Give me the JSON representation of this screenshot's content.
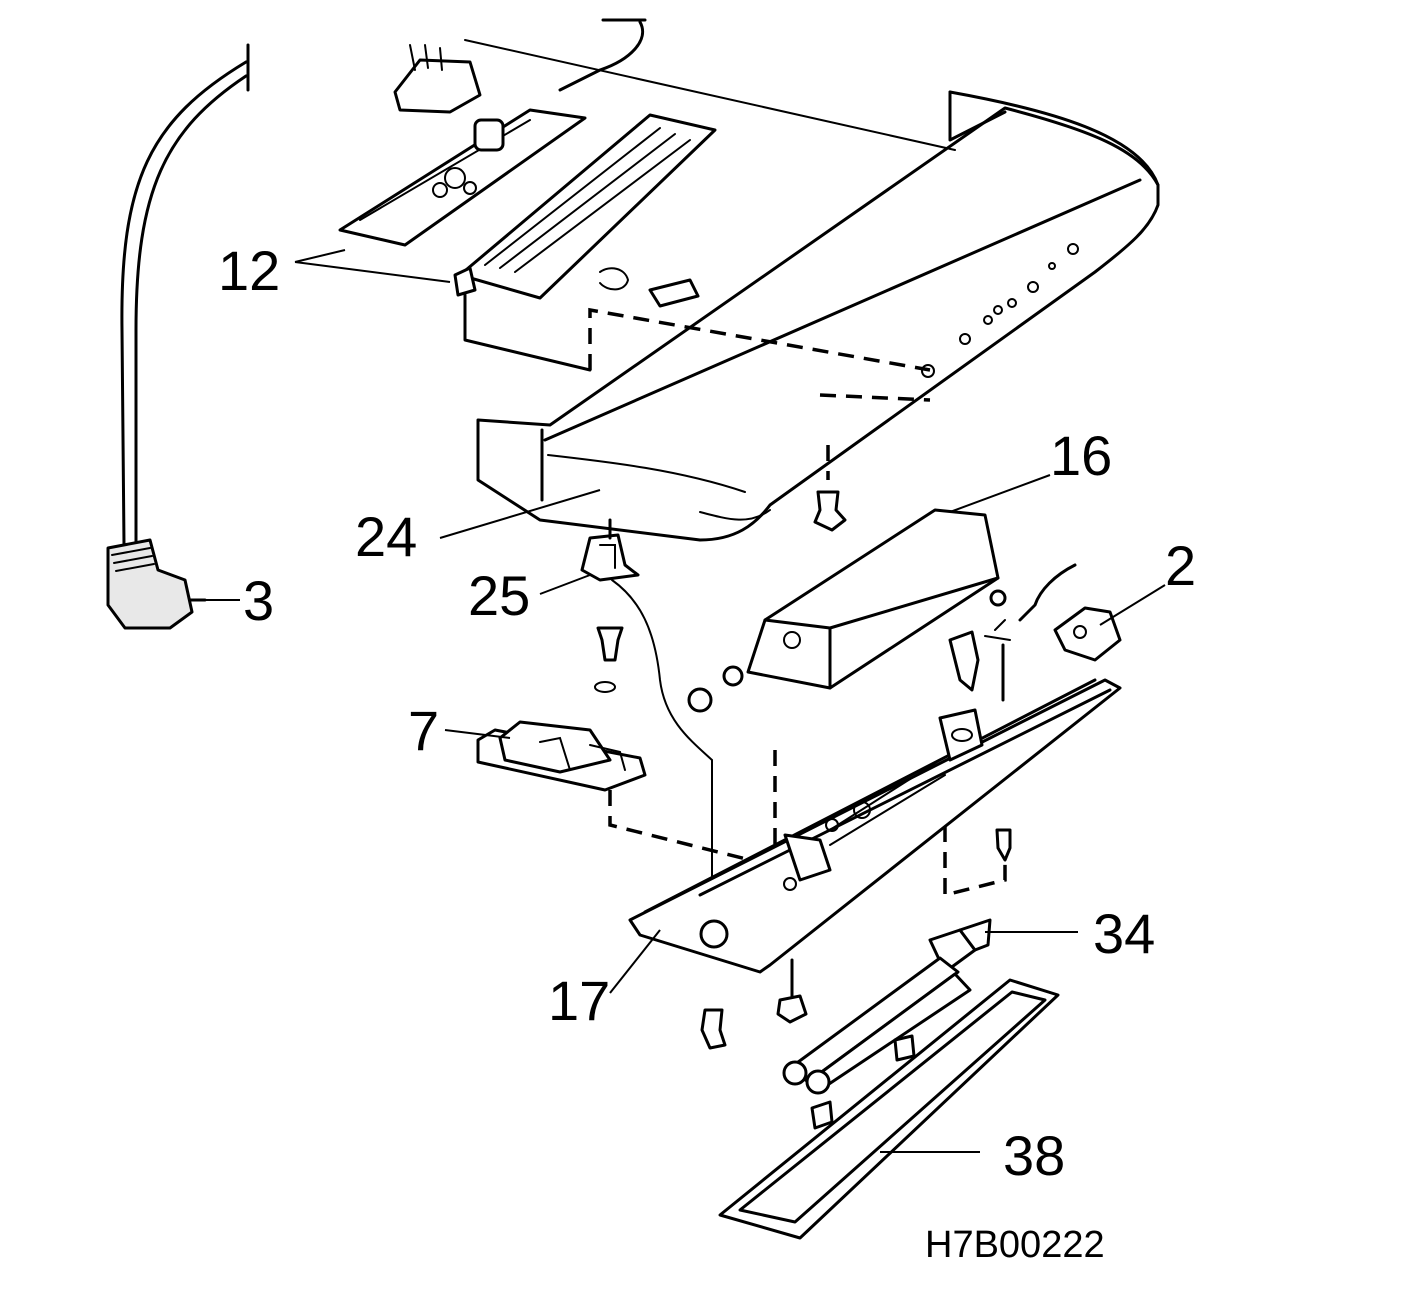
{
  "callouts": [
    {
      "id": "12",
      "label": "12"
    },
    {
      "id": "3",
      "label": "3"
    },
    {
      "id": "24",
      "label": "24"
    },
    {
      "id": "16",
      "label": "16"
    },
    {
      "id": "2",
      "label": "2"
    },
    {
      "id": "25",
      "label": "25"
    },
    {
      "id": "7",
      "label": "7"
    },
    {
      "id": "34",
      "label": "34"
    },
    {
      "id": "17",
      "label": "17"
    },
    {
      "id": "38",
      "label": "38"
    }
  ],
  "drawing_code": "H7B00222"
}
